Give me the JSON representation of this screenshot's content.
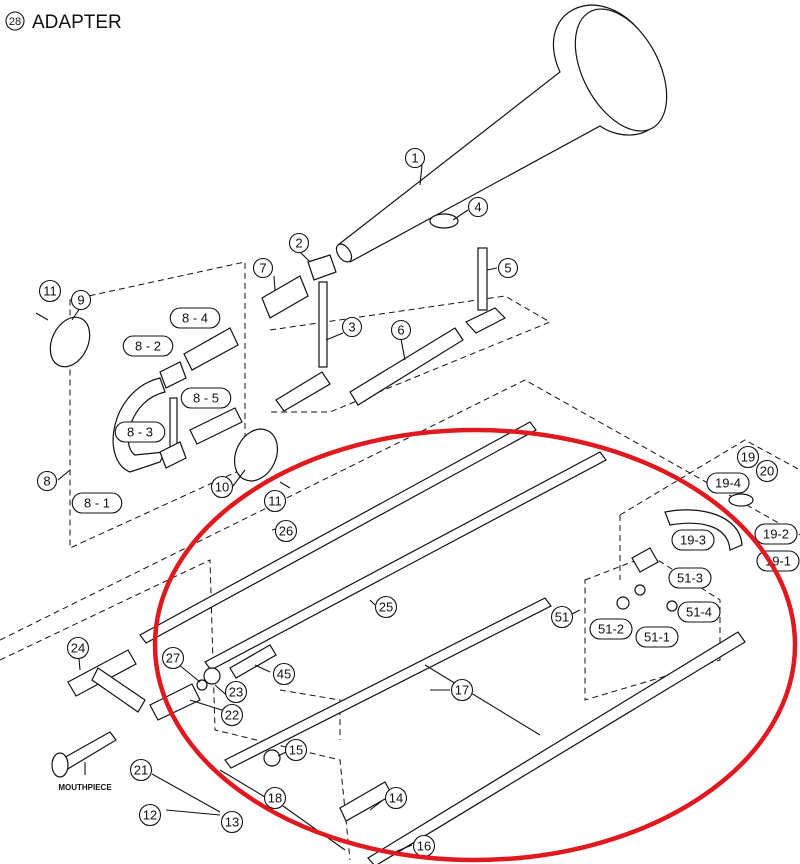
{
  "title": {
    "number": "28",
    "text": "ADAPTER"
  },
  "mouthpiece_label": "MOUTHPIECE",
  "highlight_color": "#e0191f",
  "parts": [
    {
      "id": "p1",
      "label": "1",
      "shape": "circle"
    },
    {
      "id": "p2",
      "label": "2",
      "shape": "circle"
    },
    {
      "id": "p3",
      "label": "3",
      "shape": "circle"
    },
    {
      "id": "p4",
      "label": "4",
      "shape": "circle"
    },
    {
      "id": "p5",
      "label": "5",
      "shape": "circle"
    },
    {
      "id": "p6",
      "label": "6",
      "shape": "circle"
    },
    {
      "id": "p7",
      "label": "7",
      "shape": "circle"
    },
    {
      "id": "p8",
      "label": "8",
      "shape": "circle"
    },
    {
      "id": "p8-1",
      "label": "8 - 1",
      "shape": "pill"
    },
    {
      "id": "p8-2",
      "label": "8 - 2",
      "shape": "pill"
    },
    {
      "id": "p8-3",
      "label": "8 - 3",
      "shape": "pill"
    },
    {
      "id": "p8-4",
      "label": "8 - 4",
      "shape": "pill"
    },
    {
      "id": "p8-5",
      "label": "8 - 5",
      "shape": "pill"
    },
    {
      "id": "p9",
      "label": "9",
      "shape": "circle"
    },
    {
      "id": "p10",
      "label": "10",
      "shape": "circle"
    },
    {
      "id": "p11a",
      "label": "11",
      "shape": "circle"
    },
    {
      "id": "p11b",
      "label": "11",
      "shape": "circle"
    },
    {
      "id": "p12",
      "label": "12",
      "shape": "circle"
    },
    {
      "id": "p13",
      "label": "13",
      "shape": "circle"
    },
    {
      "id": "p14",
      "label": "14",
      "shape": "circle"
    },
    {
      "id": "p15",
      "label": "15",
      "shape": "circle"
    },
    {
      "id": "p16",
      "label": "16",
      "shape": "circle"
    },
    {
      "id": "p17",
      "label": "17",
      "shape": "circle"
    },
    {
      "id": "p18",
      "label": "18",
      "shape": "circle"
    },
    {
      "id": "p19",
      "label": "19",
      "shape": "circle"
    },
    {
      "id": "p19-1",
      "label": "19-1",
      "shape": "pill"
    },
    {
      "id": "p19-2",
      "label": "19-2",
      "shape": "pill"
    },
    {
      "id": "p19-3",
      "label": "19-3",
      "shape": "pill"
    },
    {
      "id": "p19-4",
      "label": "19-4",
      "shape": "pill"
    },
    {
      "id": "p20",
      "label": "20",
      "shape": "circle"
    },
    {
      "id": "p21",
      "label": "21",
      "shape": "circle"
    },
    {
      "id": "p22",
      "label": "22",
      "shape": "circle"
    },
    {
      "id": "p23",
      "label": "23",
      "shape": "circle"
    },
    {
      "id": "p24",
      "label": "24",
      "shape": "circle"
    },
    {
      "id": "p25",
      "label": "25",
      "shape": "circle"
    },
    {
      "id": "p26",
      "label": "26",
      "shape": "circle"
    },
    {
      "id": "p27",
      "label": "27",
      "shape": "circle"
    },
    {
      "id": "p45",
      "label": "45",
      "shape": "circle"
    },
    {
      "id": "p51",
      "label": "51",
      "shape": "circle"
    },
    {
      "id": "p51-1",
      "label": "51-1",
      "shape": "pill"
    },
    {
      "id": "p51-2",
      "label": "51-2",
      "shape": "pill"
    },
    {
      "id": "p51-3",
      "label": "51-3",
      "shape": "pill"
    },
    {
      "id": "p51-4",
      "label": "51-4",
      "shape": "pill"
    }
  ]
}
